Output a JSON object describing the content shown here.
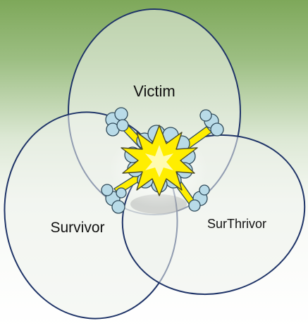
{
  "diagram": {
    "circles": [
      {
        "id": "victim",
        "label": "Victim"
      },
      {
        "id": "survivor",
        "label": "Survivor"
      },
      {
        "id": "surthrivor",
        "label": "SurThrivor"
      }
    ],
    "center_graphic": "explosion-burst",
    "colors": {
      "background_top": "#7ea85a",
      "background_bottom": "#ffffff",
      "circle_stroke": "#1f3468",
      "circle_fill": "#eef3ec",
      "burst_fill": "#ffee00",
      "burst_stroke": "#4a4a2a",
      "smoke_fill": "#b9dbe8",
      "smoke_stroke": "#2f4a5a"
    }
  }
}
